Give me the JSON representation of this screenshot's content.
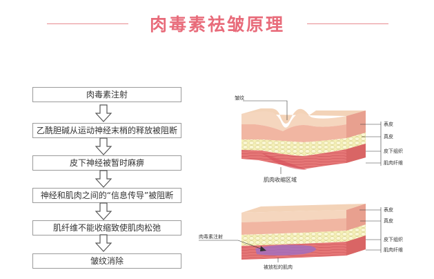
{
  "title": "肉毒素祛皱原理",
  "flow_steps": [
    "肉毒素注射",
    "乙酰胆碱从运动神经末梢的释放被阻断",
    "皮下神经被暂时麻痹",
    "神经和肌肉之间的“信息传导”被阻断",
    "肌纤维不能收缩致使肌肉松弛",
    "皱纹消除"
  ],
  "diagram_top": {
    "wrinkle_label": "皱纹",
    "layers": [
      "表皮",
      "真皮",
      "皮下组织",
      "肌肉纤维"
    ],
    "caption": "肌肉收缩区域"
  },
  "diagram_bottom": {
    "injection_label": "肉毒素注射",
    "layers": [
      "表皮",
      "真皮",
      "皮下组织",
      "肌肉纤维"
    ],
    "caption": "被放松的肌肉"
  },
  "colors": {
    "accent": "#e86b7a",
    "epidermis": "#f7d9c4",
    "dermis": "#f2b5a4",
    "fat": "#f4efb0",
    "muscle": "#e67a7a",
    "relaxed": "#9b6fc8"
  }
}
